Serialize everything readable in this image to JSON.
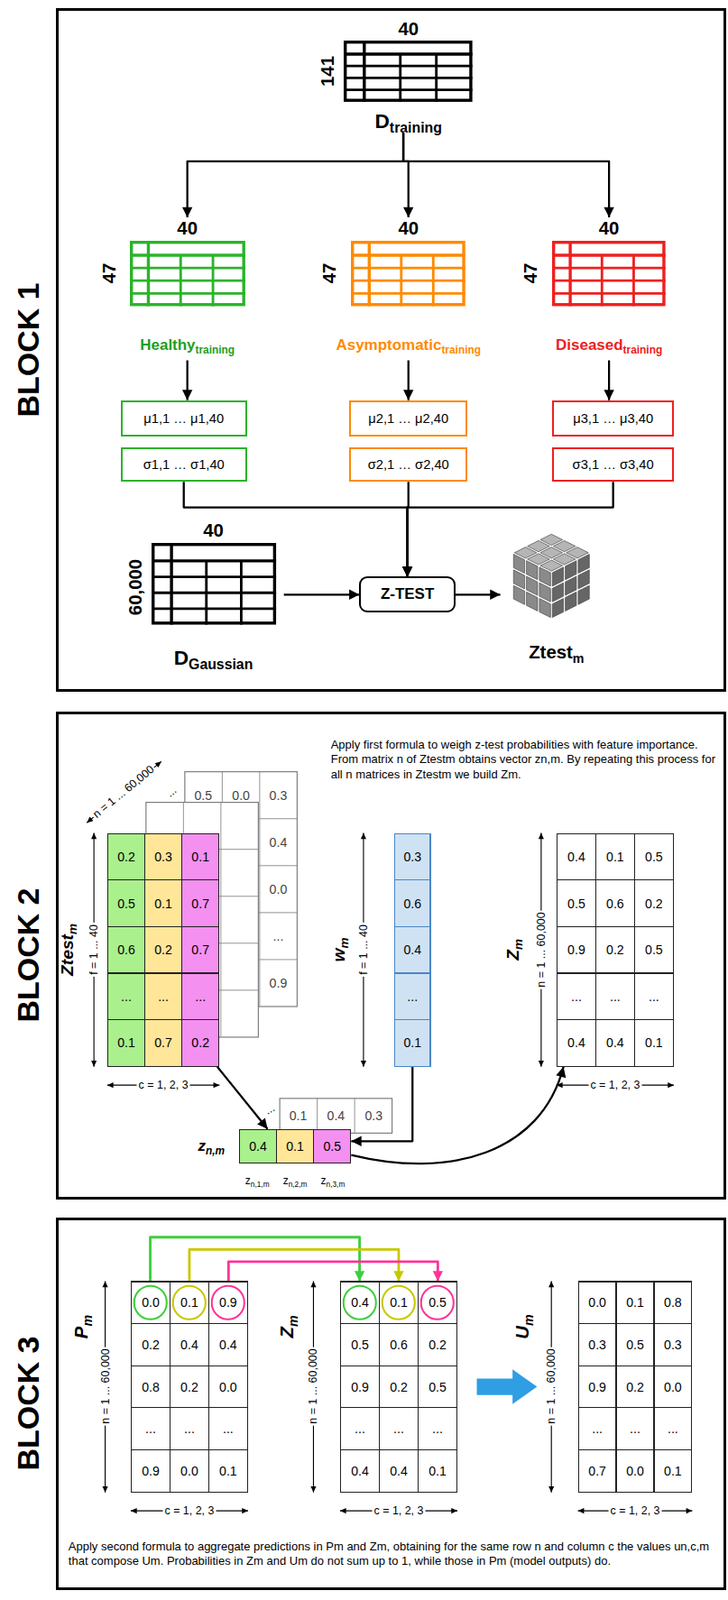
{
  "diagram": {
    "nodes": [
      {
        "text": [
          "BLOCK 1"
        ]
      },
      {
        "text": [
          "40",
          "141",
          "Dtraining"
        ],
        "in": 0
      },
      {
        "text": [
          "40",
          "47",
          "Healthytraining"
        ],
        "in": 0
      },
      {
        "text": [
          "40",
          "47",
          "Asymptomatictraining"
        ],
        "in": 0
      },
      {
        "text": [
          "40",
          "47",
          "Diseasedtraining"
        ],
        "in": 0
      },
      {
        "text": [
          "μ1,1 … μ1,40"
        ],
        "in": 0
      },
      {
        "text": [
          "σ1,1 … σ1,40"
        ],
        "in": 0
      },
      {
        "text": [
          "μ2,1 … μ2,40"
        ],
        "in": 0
      },
      {
        "text": [
          "σ2,1 … σ2,40"
        ],
        "in": 0
      },
      {
        "text": [
          "μ3,1 … μ3,40"
        ],
        "in": 0
      },
      {
        "text": [
          "σ3,1 … σ3,40"
        ],
        "in": 0
      },
      {
        "text": [
          "40",
          "60,000",
          "DGaussian"
        ],
        "in": 0
      },
      {
        "text": [
          "Z-TEST"
        ],
        "in": 0
      },
      {
        "text": [
          "Ztestm"
        ],
        "in": 0
      },
      {
        "text": [
          "BLOCK 2"
        ]
      },
      {
        "text": [
          "0.2",
          "0.3",
          "0.1",
          "0.5",
          "0.1",
          "0.7",
          "0.6",
          "0.2",
          "0.7",
          "...",
          "...",
          "...",
          "0.1",
          "0.7",
          "0.2"
        ],
        "in": 14
      },
      {
        "text": [
          "0.3",
          "0.6",
          "0.4",
          "...",
          "0.1"
        ],
        "in": 14
      },
      {
        "text": [
          "0.4",
          "0.1",
          "0.5"
        ],
        "in": 14
      },
      {
        "text": [
          "0.4",
          "0.1",
          "0.5",
          "0.5",
          "0.6",
          "0.2",
          "0.9",
          "0.2",
          "0.5",
          "...",
          "...",
          "...",
          "0.4",
          "0.4",
          "0.1"
        ],
        "in": 14
      },
      {
        "text": [
          "BLOCK 3"
        ]
      },
      {
        "text": [
          "0.0",
          "0.1",
          "0.9",
          "0.2",
          "0.4",
          "0.4",
          "0.8",
          "0.2",
          "0.0",
          "...",
          "...",
          "...",
          "0.9",
          "0.0",
          "0.1"
        ],
        "in": 19
      },
      {
        "text": [
          "0.4",
          "0.1",
          "0.5",
          "0.5",
          "0.6",
          "0.2",
          "0.9",
          "0.2",
          "0.5",
          "...",
          "...",
          "...",
          "0.4",
          "0.4",
          "0.1"
        ],
        "in": 19
      },
      {
        "text": [
          "0.0",
          "0.1",
          "0.8",
          "0.3",
          "0.5",
          "0.3",
          "0.9",
          "0.2",
          "0.0",
          "...",
          "...",
          "...",
          "0.7",
          "0.0",
          "0.1"
        ],
        "in": 19
      }
    ],
    "edges": [
      {
        "from": 1,
        "to": 2,
        "arrow": "to"
      },
      {
        "from": 1,
        "to": 3,
        "arrow": "to"
      },
      {
        "from": 1,
        "to": 4,
        "arrow": "to"
      },
      {
        "from": 2,
        "to": 5,
        "arrow": "to"
      },
      {
        "from": 3,
        "to": 7,
        "arrow": "to"
      },
      {
        "from": 4,
        "to": 9,
        "arrow": "to"
      },
      {
        "from": 6,
        "to": 12,
        "arrow": "to"
      },
      {
        "from": 8,
        "to": 12,
        "arrow": "to"
      },
      {
        "from": 10,
        "to": 12,
        "arrow": "to"
      },
      {
        "from": 11,
        "to": 12,
        "arrow": "to"
      },
      {
        "from": 12,
        "to": 13,
        "arrow": "to"
      },
      {
        "from": 15,
        "to": 17,
        "arrow": "to"
      },
      {
        "from": 16,
        "to": 17,
        "arrow": "to"
      },
      {
        "from": 17,
        "to": 18,
        "arrow": "to"
      },
      {
        "from": 20,
        "to": 21,
        "arrow": "to"
      },
      {
        "from": 20,
        "to": 21,
        "arrow": "to"
      },
      {
        "from": 20,
        "to": 21,
        "arrow": "to"
      },
      {
        "from": 21,
        "to": 22,
        "arrow": "to"
      }
    ],
    "labels": [
      "Apply first formula to weigh z-test probabilities with feature importance. From matrix n of Ztestm obtains vector zn,m. By repeating this process for all n matrices in Ztestm we build Zm.",
      "n = 1 ... 60,000",
      "...",
      "0.5",
      "0.0",
      "0.3",
      "0.4",
      "0.0",
      "...",
      "0.9",
      "Ztestm",
      "f = 1 ... 40",
      "c = 1, 2, 3",
      "wm",
      "f = 1 ... 40",
      "Zm",
      "n = 1 ... 60,000",
      "c = 1, 2, 3",
      "zn,m",
      "zn,1,m",
      "zn,2,m",
      "zn,3,m",
      "...",
      "0.1",
      "0.4",
      "0.3",
      "Pm",
      "n = 1 ... 60,000",
      "c = 1, 2, 3",
      "Zm",
      "n = 1 ... 60,000",
      "c = 1, 2, 3",
      "Um",
      "n = 1 ... 60,000",
      "c = 1, 2, 3",
      "Apply second formula to aggregate predictions in Pm and Zm, obtaining for the same row n and column c the values un,c,m that compose Um. Probabilities in Zm and Um do not sum up to 1, while those in Pm (model outputs) do."
    ]
  }
}
